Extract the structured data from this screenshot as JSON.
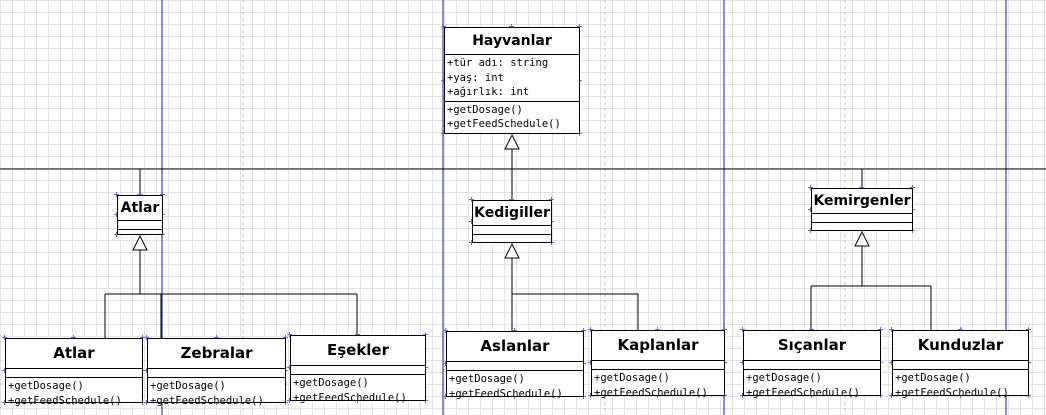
{
  "diagram": {
    "classes": [
      {
        "id": "hayvanlar",
        "name": "Hayvanlar",
        "attributes": [
          "+tür adı: string",
          "+yaş: int",
          "+ağırlık: int"
        ],
        "methods": [
          "+getDosage()",
          "+getFeedSchedule()"
        ]
      },
      {
        "id": "atlar_group",
        "name": "Atlar",
        "attributes": [],
        "methods": []
      },
      {
        "id": "kedigiller",
        "name": "Kedigiller",
        "attributes": [],
        "methods": []
      },
      {
        "id": "kemirgenler",
        "name": "Kemirgenler",
        "attributes": [],
        "methods": []
      },
      {
        "id": "atlar",
        "name": "Atlar",
        "attributes": [],
        "methods": [
          "+getDosage()",
          "+getFeedSchedule()"
        ]
      },
      {
        "id": "zebralar",
        "name": "Zebralar",
        "attributes": [],
        "methods": [
          "+getDosage()",
          "+getFeedSchedule()"
        ]
      },
      {
        "id": "esekler",
        "name": "Eşekler",
        "attributes": [],
        "methods": [
          "+getDosage()",
          "+getFeedSchedule()"
        ]
      },
      {
        "id": "aslanlar",
        "name": "Aslanlar",
        "attributes": [],
        "methods": [
          "+getDosage()",
          "+getFeedSchedule()"
        ]
      },
      {
        "id": "kaplanlar",
        "name": "Kaplanlar",
        "attributes": [],
        "methods": [
          "+getDosage()",
          "+getFeedSchedule()"
        ]
      },
      {
        "id": "sicanlar",
        "name": "Sıçanlar",
        "attributes": [],
        "methods": [
          "+getDosage()",
          "+getFeedSchedule()"
        ]
      },
      {
        "id": "kunduzlar",
        "name": "Kunduzlar",
        "attributes": [],
        "methods": [
          "+getDosage()",
          "+getFeedSchedule()"
        ]
      }
    ],
    "generalizations": [
      {
        "child": "atlar_group",
        "parent": "hayvanlar"
      },
      {
        "child": "kedigiller",
        "parent": "hayvanlar"
      },
      {
        "child": "kemirgenler",
        "parent": "hayvanlar"
      },
      {
        "child": "atlar",
        "parent": "atlar_group"
      },
      {
        "child": "zebralar",
        "parent": "atlar_group"
      },
      {
        "child": "esekler",
        "parent": "atlar_group"
      },
      {
        "child": "aslanlar",
        "parent": "kedigiller"
      },
      {
        "child": "kaplanlar",
        "parent": "kedigiller"
      },
      {
        "child": "sicanlar",
        "parent": "kemirgenler"
      },
      {
        "child": "kunduzlar",
        "parent": "kemirgenler"
      }
    ],
    "colors": {
      "page_border": "#1a1a8c",
      "guide_line": "#000000",
      "grid": "#e2e2e2",
      "handle": "#6a6ad0"
    }
  }
}
